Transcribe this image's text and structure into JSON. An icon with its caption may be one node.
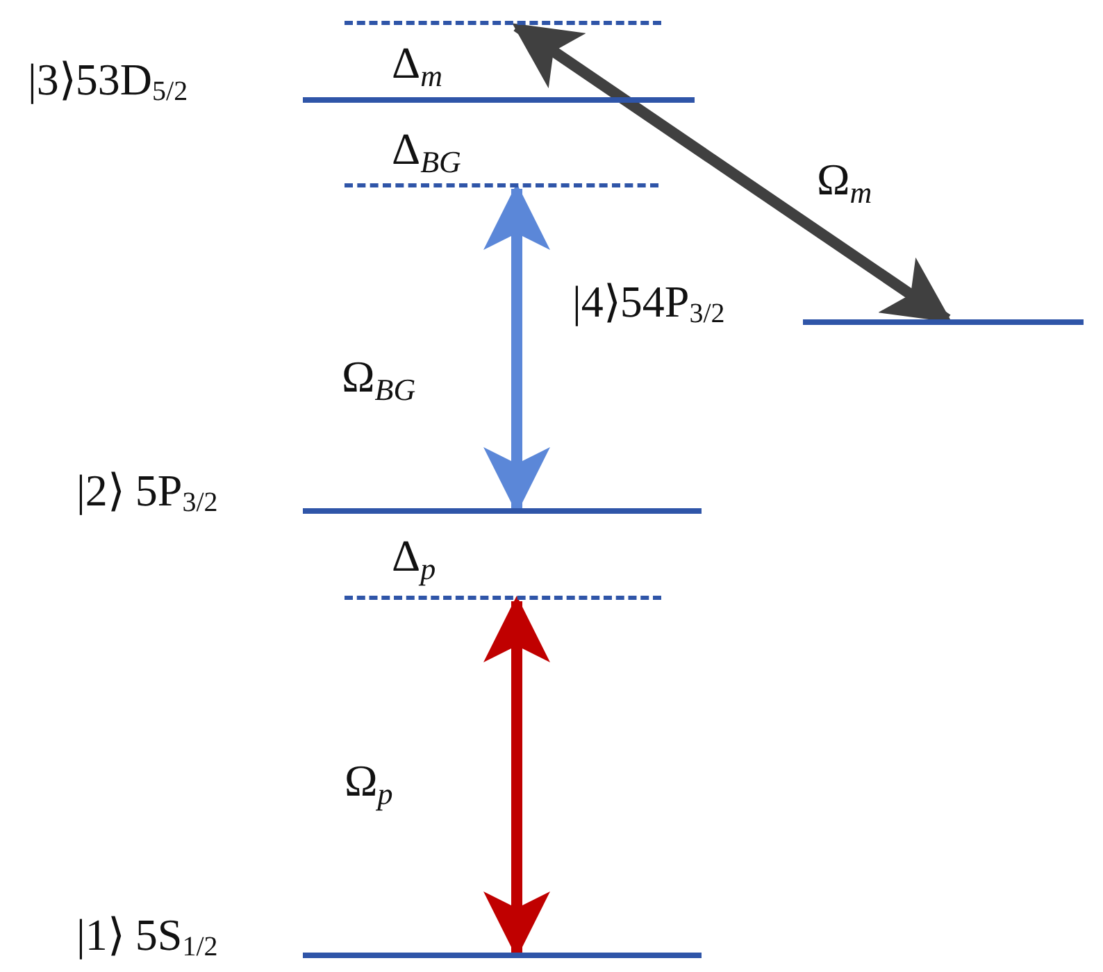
{
  "diagram": {
    "nodes": [
      {
        "text": [],
        "shape": "line"
      },
      {
        "text": [
          "|3⟩53D$_{5/2}$"
        ]
      },
      {
        "text": [],
        "shape": "line"
      },
      {
        "text": [
          "|4⟩54P$_{3/2}$"
        ]
      },
      {
        "text": [
          "|2⟩ 5P$_{3/2}$"
        ]
      },
      {
        "text": [],
        "shape": "line"
      },
      {
        "text": [
          "|1⟩ 5S$_{1/2}$"
        ]
      }
    ],
    "edges": [
      {
        "from": 0,
        "to": 3,
        "arrow": "both",
        "label": "Ω$_{m}$",
        "color": "#404040"
      },
      {
        "from": 4,
        "to": 2,
        "arrow": "both",
        "label": "Ω$_{BG}$",
        "color": "#5b87d8"
      },
      {
        "from": 6,
        "to": 5,
        "arrow": "both",
        "label": "Ω$_{p}$",
        "color": "#c00000"
      }
    ],
    "labels": [
      "Δ$_{m}$",
      "Δ$_{BG}$",
      "Δ$_{p}$"
    ]
  }
}
